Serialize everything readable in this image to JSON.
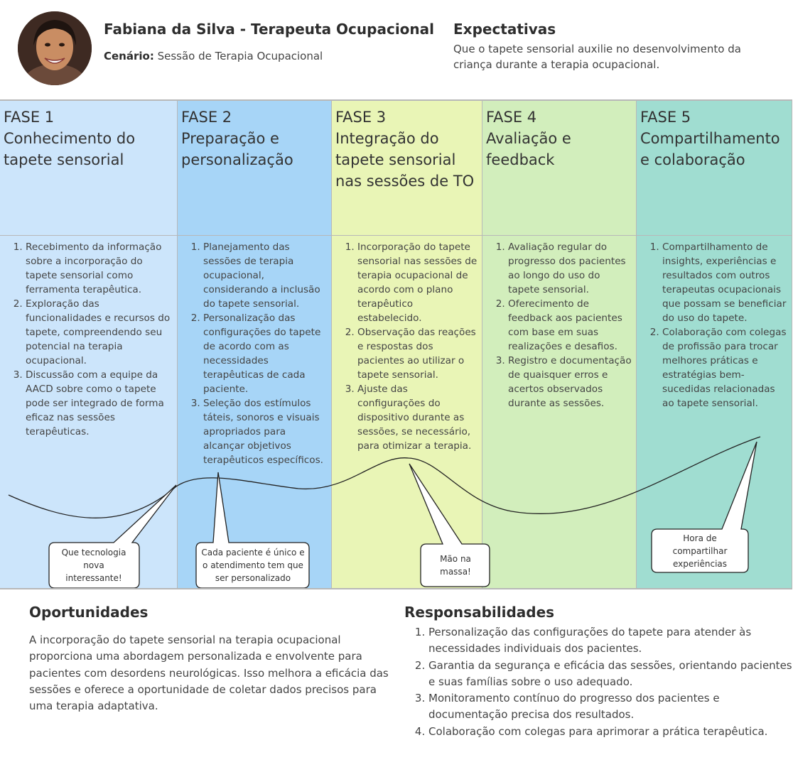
{
  "persona": {
    "name": "Fabiana da Silva - Terapeuta Ocupacional",
    "scenario_label": "Cenário:",
    "scenario_value": "Sessão de Terapia Ocupacional"
  },
  "expectations": {
    "title": "Expectativas",
    "text": "Que o tapete sensorial auxilie no desenvolvimento da criança durante a terapia ocupacional."
  },
  "colors": {
    "phase1": "#cce5fb",
    "phase2": "#a7d5f7",
    "phase3": "#e9f5b6",
    "phase4": "#d2eebc",
    "phase5": "#a0ddd1"
  },
  "phases": [
    {
      "num": "FASE 1",
      "title": "Conhecimento do tapete sensorial",
      "items": [
        "Recebimento da informação sobre a incorporação do tapete sensorial como ferramenta terapêutica.",
        "Exploração das funcionalidades e recursos do tapete, compreendendo seu potencial na terapia ocupacional.",
        "Discussão com a equipe da AACD sobre como o tapete pode ser integrado de forma eficaz nas sessões terapêuticas."
      ]
    },
    {
      "num": "FASE 2",
      "title": "Preparação e personalização",
      "items": [
        "Planejamento das sessões de terapia ocupacional, considerando a inclusão do tapete sensorial.",
        "Personalização das configurações do tapete de acordo com as necessidades terapêuticas de cada paciente.",
        "Seleção dos estímulos táteis, sonoros e visuais apropriados para alcançar objetivos terapêuticos específicos."
      ]
    },
    {
      "num": "FASE 3",
      "title": "Integração do tapete sensorial nas sessões de TO",
      "items": [
        "Incorporação do tapete sensorial nas sessões de terapia ocupacional de acordo com o plano terapêutico estabelecido.",
        "Observação das reações e respostas dos pacientes ao utilizar o tapete sensorial.",
        "Ajuste das configurações do dispositivo durante as sessões, se necessário, para otimizar a terapia."
      ]
    },
    {
      "num": "FASE 4",
      "title": "Avaliação e feedback",
      "items": [
        "Avaliação regular do progresso dos pacientes ao longo do uso do tapete sensorial.",
        "Oferecimento de feedback aos pacientes com base em suas realizações e desafios.",
        "Registro e documentação de quaisquer erros e acertos observados durante as sessões."
      ]
    },
    {
      "num": "FASE 5",
      "title": "Compartilhamento e colaboração",
      "items": [
        "Compartilhamento de insights, experiências e resultados com outros terapeutas ocupacionais que possam se beneficiar do uso do tapete.",
        "Colaboração com colegas de profissão para trocar melhores práticas e estratégias bem-sucedidas relacionadas ao tapete sensorial."
      ]
    }
  ],
  "bubbles": [
    "Que tecnologia nova interessante!",
    "Cada paciente é único e o atendimento tem que ser personalizado",
    "Mão na massa!",
    "Hora de compartilhar experiências"
  ],
  "opportunities": {
    "title": "Oportunidades",
    "text": "A incorporação do tapete sensorial na terapia ocupacional proporciona uma abordagem personalizada e envolvente para pacientes com desordens neurológicas. Isso melhora a eficácia das sessões e oferece a oportunidade de coletar dados precisos para uma terapia adaptativa."
  },
  "responsibilities": {
    "title": "Responsabilidades",
    "items": [
      "Personalização das configurações do tapete para atender às necessidades individuais dos pacientes.",
      "Garantia da segurança e eficácia das sessões, orientando pacientes e suas famílias sobre o uso adequado.",
      "Monitoramento contínuo do progresso dos pacientes e documentação precisa dos resultados.",
      "Colaboração com colegas para aprimorar a prática terapêutica."
    ]
  }
}
